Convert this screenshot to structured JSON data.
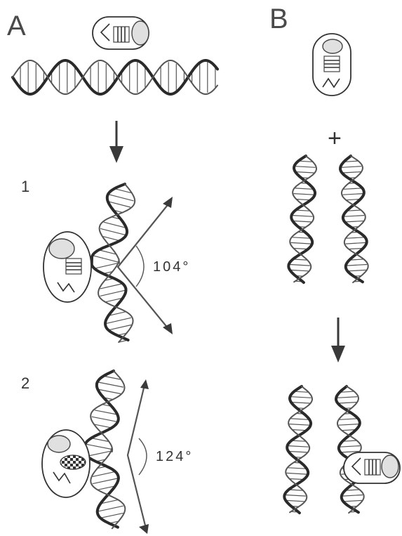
{
  "panels": {
    "a": {
      "letter": "A",
      "steps": [
        {
          "number": "1",
          "angle": "104°"
        },
        {
          "number": "2",
          "angle": "124°"
        }
      ]
    },
    "b": {
      "letter": "B",
      "plus": "+"
    }
  }
}
